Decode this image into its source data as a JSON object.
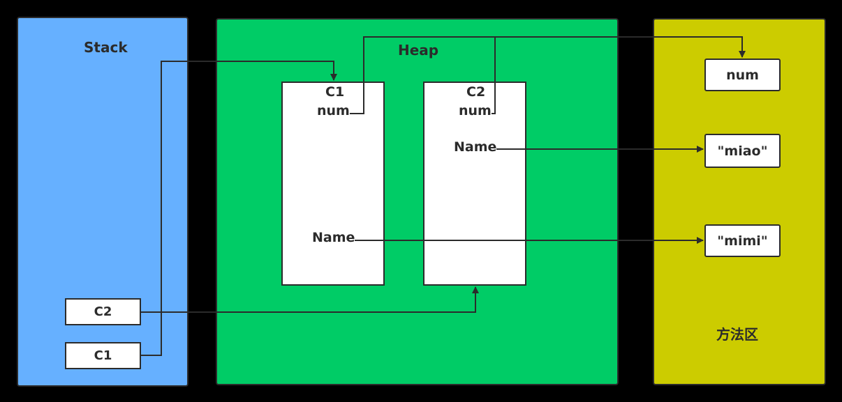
{
  "colors": {
    "stack": "#66b0ff",
    "heap": "#00cc66",
    "method_area": "#cccc00",
    "line": "#2b2b2b"
  },
  "stack": {
    "title": "Stack",
    "refs": [
      "C2",
      "C1"
    ]
  },
  "heap": {
    "title": "Heap",
    "objects": [
      {
        "title": "C1",
        "field_num": "num",
        "field_name": "Name"
      },
      {
        "title": "C2",
        "field_num": "num",
        "field_name": "Name"
      }
    ]
  },
  "method_area": {
    "title": "方法区",
    "items": [
      "num",
      "\"miao\"",
      "\"mimi\""
    ]
  }
}
